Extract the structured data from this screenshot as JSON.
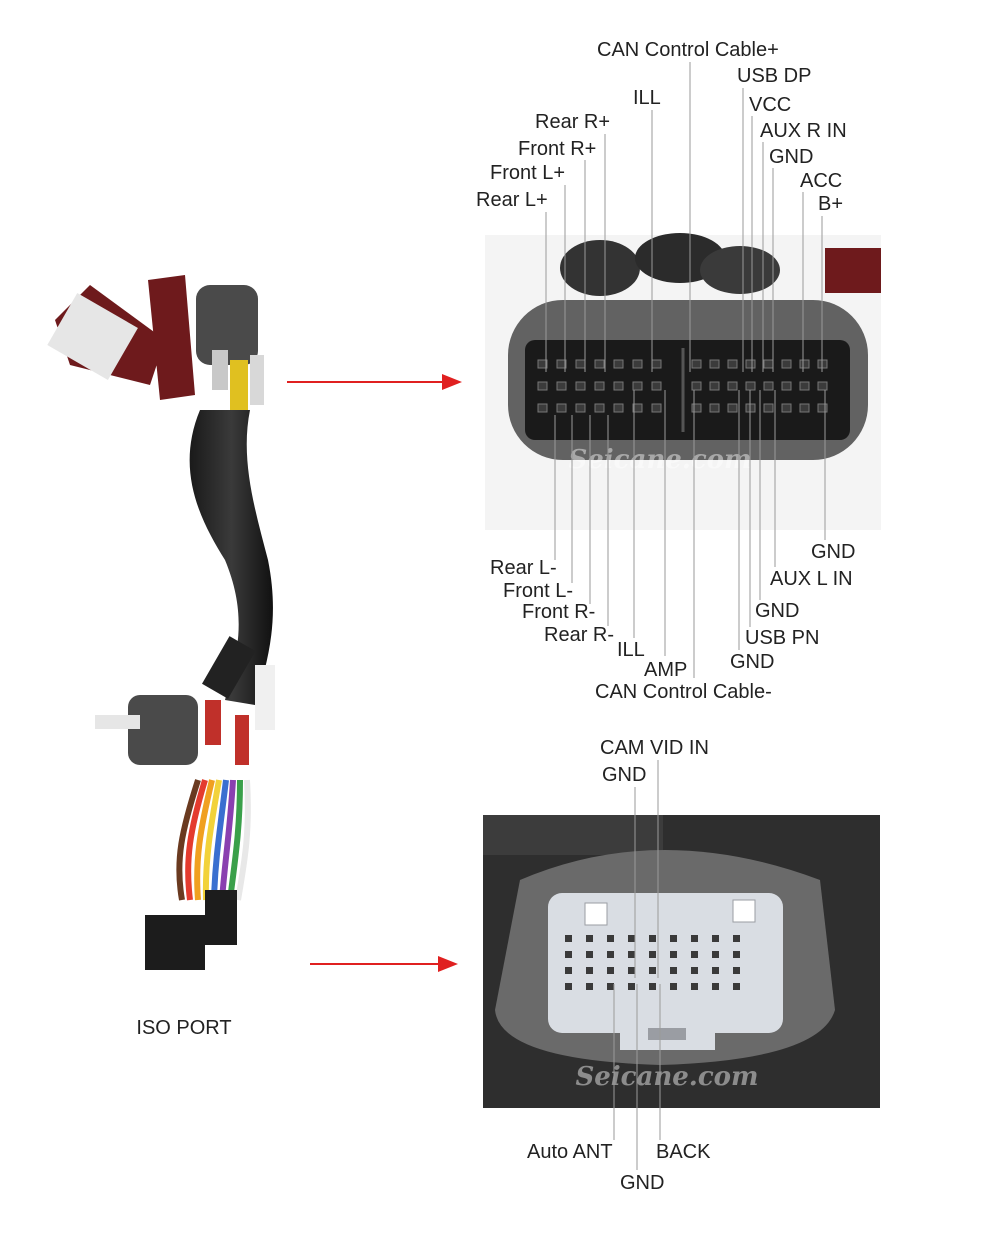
{
  "iso_port_label": "ISO PORT",
  "watermark": "Seicane.com",
  "colors": {
    "arrow": "#e02020",
    "leader": "#9a9a9a",
    "text": "#222222",
    "foam": "#5a5a5a",
    "connector_plastic": "#d9dde3",
    "harness_box": "#6e1a1c"
  },
  "top_connector": {
    "top_labels": [
      "CAN Control Cable+",
      "USB DP",
      "ILL",
      "VCC",
      "Rear R+",
      "AUX R IN",
      "Front R+",
      "GND",
      "Front L+",
      "ACC",
      "Rear L+",
      "B+"
    ],
    "bottom_labels": [
      "GND",
      "Rear L-",
      "AUX L IN",
      "Front L-",
      "Front R-",
      "GND",
      "Rear R-",
      "USB PN",
      "ILL",
      "GND",
      "AMP",
      "CAN Control Cable-"
    ]
  },
  "bottom_connector": {
    "top_labels": [
      "CAM VID IN",
      "GND"
    ],
    "bottom_labels": [
      "Auto ANT",
      "BACK",
      "GND"
    ]
  }
}
